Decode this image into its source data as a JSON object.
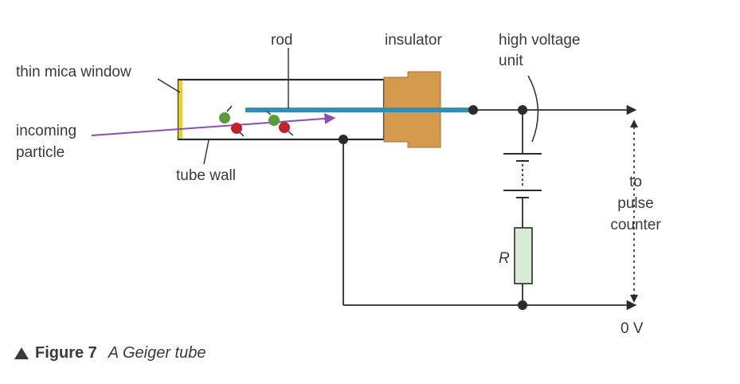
{
  "labels": {
    "rod": "rod",
    "insulator": "insulator",
    "high_voltage_line1": "high voltage",
    "high_voltage_line2": "unit",
    "mica_window": "thin mica window",
    "incoming_line1": "incoming",
    "incoming_line2": "particle",
    "tube_wall": "tube wall",
    "to_line1": "to",
    "to_line2": "pulse",
    "to_line3": "counter",
    "resistor": "R",
    "zero_volt": "0 V"
  },
  "caption": {
    "figure": "Figure 7",
    "title": "A Geiger tube"
  },
  "colors": {
    "wire": "#2b2b2b",
    "rod": "#2f8fb8",
    "insulator": "#d49a4e",
    "mica": "#e3cf3c",
    "particle_track": "#8a4fb0",
    "ion_green": "#5b9a3c",
    "ion_red": "#c0222e",
    "resistor": "#d8ebd4"
  }
}
